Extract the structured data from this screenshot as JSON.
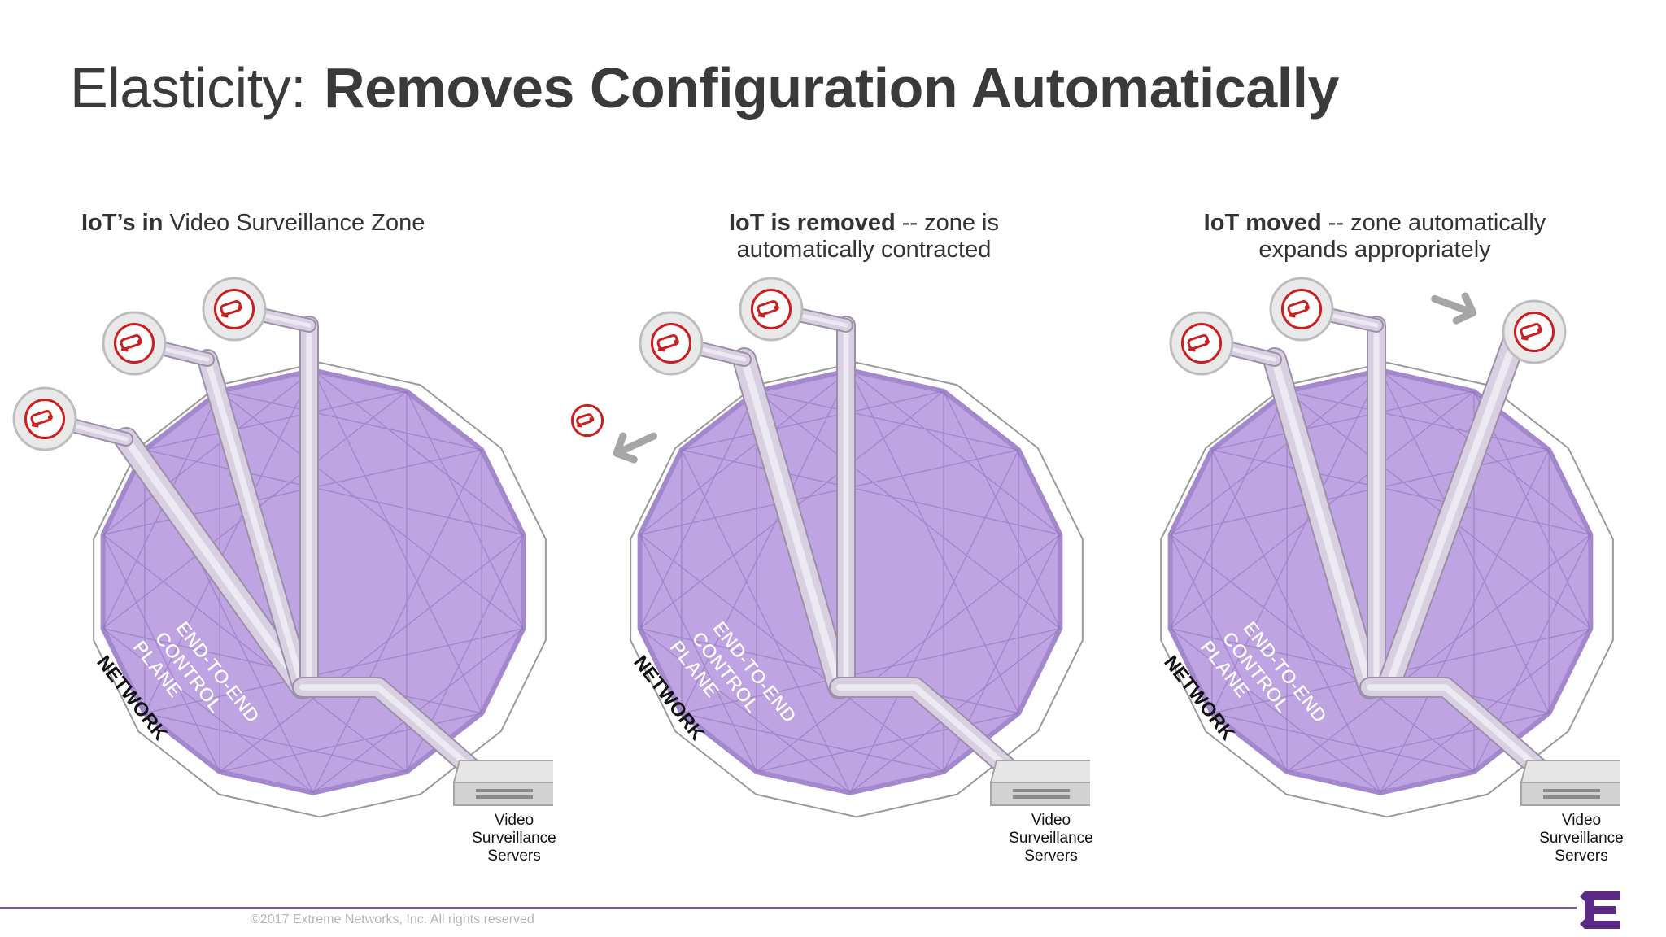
{
  "title": {
    "light": "Elasticity:",
    "bold": "Removes Configuration Automatically"
  },
  "panels": [
    {
      "caption_bold": "IoT’s in",
      "caption_rest": " Video Surveillance Zone",
      "caption_bold2": "",
      "caption_line2": ""
    },
    {
      "caption_bold": "IoT is removed",
      "caption_rest": " -- zone is",
      "caption_line2": "automatically contracted"
    },
    {
      "caption_bold": "IoT moved",
      "caption_rest": " -- zone automatically",
      "caption_line2": "expands appropriately"
    }
  ],
  "diagram_labels": {
    "plane_line1": "END-TO-END",
    "plane_line2": "CONTROL",
    "plane_line3": "PLANE",
    "network": "NETWORK",
    "server_line1": "Video",
    "server_line2": "Surveillance",
    "server_line3": "Servers"
  },
  "footer": {
    "copyright": "©2017 Extreme Networks, Inc.  All rights reserved"
  },
  "colors": {
    "zone_fill": "#b89be0",
    "zone_stroke": "#9b7cc8",
    "camera_red": "#cc1f1f",
    "brand_purple": "#5b2a86",
    "arrow_gray": "#a6a6a6"
  },
  "icons": [
    "camera-icon",
    "arrow-icon",
    "server-icon",
    "extreme-logo-icon"
  ]
}
